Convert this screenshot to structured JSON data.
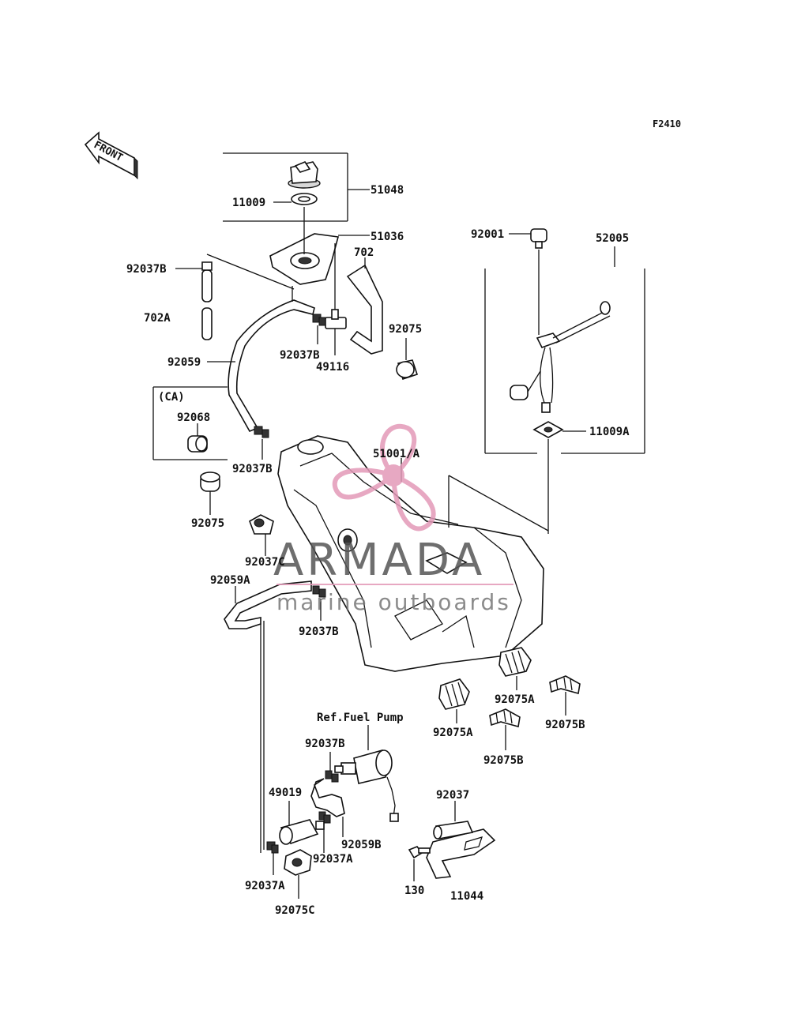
{
  "diagram_code": "F2410",
  "front_label": "FRONT",
  "region_label": "(CA)",
  "ref_note": "Ref.Fuel Pump",
  "parts": {
    "p51048": "51048",
    "p11009": "11009",
    "p51036": "51036",
    "p702": "702",
    "p92037B_1": "92037B",
    "p702A": "702A",
    "p92037B_2": "92037B",
    "p49116": "49116",
    "p92075_1": "92075",
    "p92059": "92059",
    "p92068": "92068",
    "p92037B_3": "92037B",
    "p92075_2": "92075",
    "p92037C": "92037C",
    "p92059A": "92059A",
    "p92037B_4": "92037B",
    "p51001A": "51001/A",
    "p92001": "92001",
    "p52005": "52005",
    "p11009A": "11009A",
    "p92075A_1": "92075A",
    "p92075B_1": "92075B",
    "p92075A_2": "92075A",
    "p92075B_2": "92075B",
    "p92037B_5": "92037B",
    "p49019": "49019",
    "p92059B": "92059B",
    "p92037A_1": "92037A",
    "p92037A_2": "92037A",
    "p92075C": "92075C",
    "p92037": "92037",
    "p130": "130",
    "p11044": "11044"
  },
  "watermark": {
    "brand": "ARMADA",
    "tagline": "marine outboards",
    "color": "#e39ab8"
  }
}
